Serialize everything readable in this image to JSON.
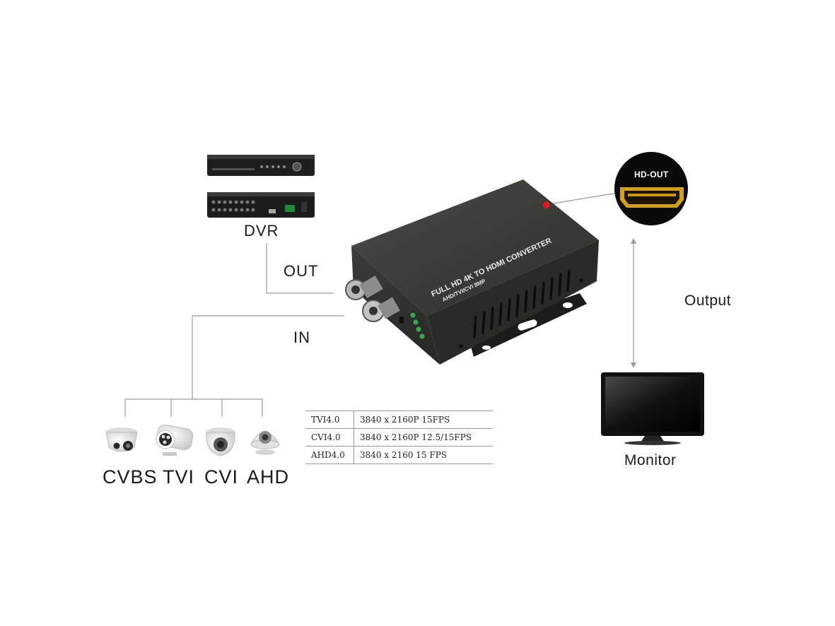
{
  "labels": {
    "dvr": "DVR",
    "out": "OUT",
    "in": "IN",
    "output": "Output",
    "monitor": "Monitor",
    "hd_out": "HD-OUT"
  },
  "device": {
    "title": "FULL HD 4K TO HDMI CONVERTER",
    "subtitle": "AHD/TVI/CVI 8MP"
  },
  "cameras": [
    {
      "label": "CVBS",
      "icon": "dome-camera-icon"
    },
    {
      "label": "TVI",
      "icon": "bullet-camera-icon"
    },
    {
      "label": "CVI",
      "icon": "dome-camera-icon"
    },
    {
      "label": "AHD",
      "icon": "dome-camera-icon"
    }
  ],
  "spec_table": {
    "rows": [
      {
        "format": "TVI4.0",
        "resolution": "3840 x 2160P 15FPS"
      },
      {
        "format": "CVI4.0",
        "resolution": "3840 x 2160P 12.5/15FPS"
      },
      {
        "format": "AHD4.0",
        "resolution": "3840 x 2160 15 FPS"
      }
    ]
  },
  "colors": {
    "device_body": "#3a3b38",
    "hdmi_port": "#d4a017",
    "marker_dot": "#e0191f",
    "connector_line": "#9a9a9a"
  }
}
